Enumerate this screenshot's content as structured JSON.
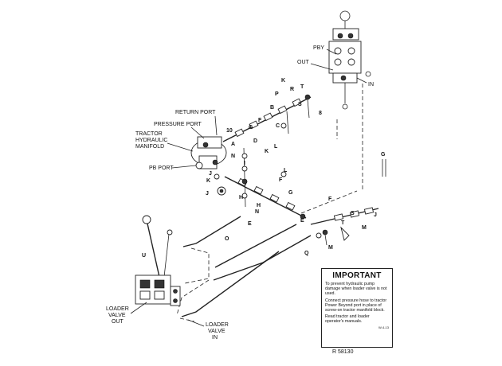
{
  "labels": {
    "return_port": "RETURN PORT",
    "pressure_port": "PRESSURE PORT",
    "tractor_hydraulic_1": "TRACTOR",
    "tractor_hydraulic_2": "HYDRAULIC",
    "tractor_hydraulic_3": "MANIFOLD",
    "pb_port": "PB PORT",
    "pby": "PBY",
    "out": "OUT",
    "in": "IN",
    "loader_out_1": "LOADER",
    "loader_out_2": "VALVE",
    "loader_out_3": "OUT",
    "loader_in_1": "LOADER",
    "loader_in_2": "VALVE",
    "loader_in_3": "IN"
  },
  "letters": {
    "a1": "A",
    "b1": "B",
    "c1": "C",
    "d1": "D",
    "e1": "E",
    "f1": "F",
    "g1": "G",
    "h1": "H",
    "i1": "I",
    "j1": "J",
    "k1": "K",
    "l1": "L",
    "m1": "M",
    "n1": "N",
    "o1": "O",
    "p1": "P",
    "q1": "Q",
    "r1": "R",
    "s1": "S",
    "t1": "T",
    "u1": "U",
    "k2": "K",
    "k3": "K",
    "j2": "J",
    "j3": "J",
    "n2": "N",
    "m2": "M",
    "e2": "E",
    "f2": "F",
    "f3": "F",
    "g2": "G",
    "g3": "G",
    "h2": "H",
    "l2": "L",
    "s2": "S",
    "t2": "T",
    "num10": "10",
    "num8": "8"
  },
  "important": {
    "title": "IMPORTANT",
    "line1": "To prevent hydraulic pump damage when loader valve is not used.",
    "line2": "Connect pressure hose to tractor Power Beyond port in place of screw-on tractor manifold block.",
    "line3": "Read tractor and loader operator's manuals.",
    "fig": "W-4-13"
  },
  "reference": "R 58130"
}
